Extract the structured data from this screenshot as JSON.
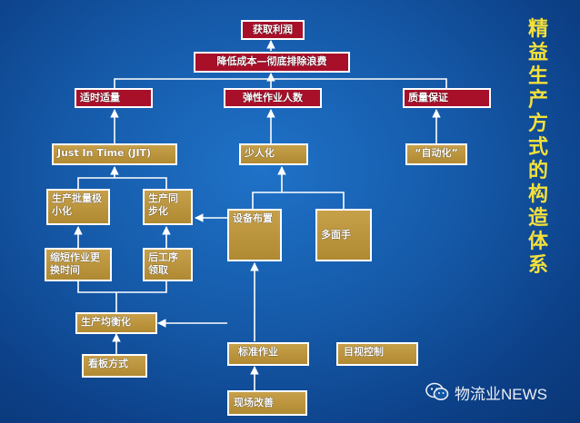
{
  "diagram": {
    "top": "获取利润",
    "cost": "降低成本—彻底排除浪费",
    "level2": {
      "left": "适时适量",
      "middle": "弹性作业人数",
      "right": "质量保证"
    },
    "level3": {
      "jit": "Just In Time (JIT)",
      "few": "少人化",
      "auto": "“自动化”"
    },
    "nodes": {
      "batch": "生产批量极小化",
      "sync": "生产同步化",
      "layout": "设备布置",
      "multi": "多面手",
      "setup": "缩短作业更换时间",
      "pull": "后工序领取",
      "level": "生产均衡化",
      "kanban": "看板方式",
      "standard": "标准作业",
      "visual": "目视控制",
      "kaizen": "现场改善"
    }
  },
  "side_title": [
    "精",
    "益",
    "生",
    "产",
    "方",
    "式",
    "的",
    "构",
    "造",
    "体",
    "系"
  ],
  "watermark": {
    "text": "物流业NEWS",
    "icon": "wechat-icon"
  },
  "colors": {
    "red": "#a8102a",
    "gold": "#b8923a",
    "title": "#f4e03a",
    "line": "#ffffff"
  }
}
